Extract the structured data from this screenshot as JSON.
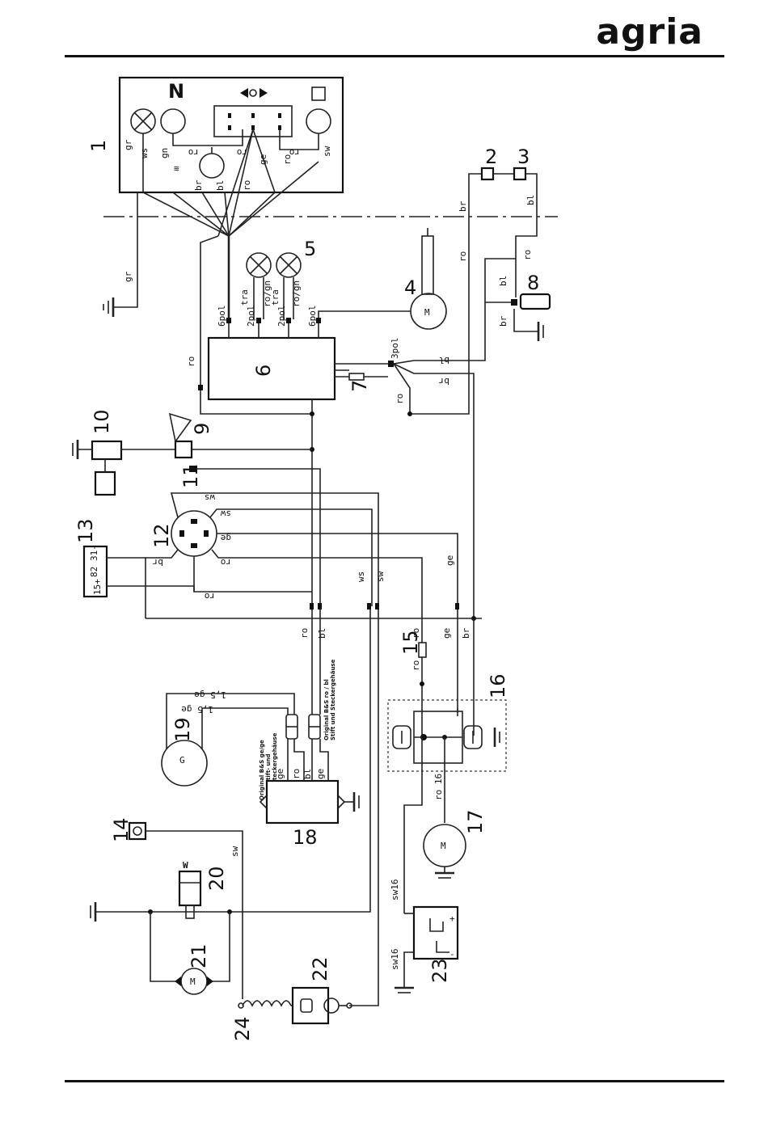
{
  "brand": "agria",
  "components": {
    "c1": "1",
    "c2": "2",
    "c3": "3",
    "c4": "4",
    "c5": "5",
    "c6": "6",
    "c7": "7",
    "c8": "8",
    "c9": "9",
    "c10": "10",
    "c11": "11",
    "c12": "12",
    "c13": "13",
    "c14": "14",
    "c15": "15",
    "c16": "16",
    "c17": "17",
    "c18": "18",
    "c19": "19",
    "c20": "20",
    "c21": "21",
    "c22": "22",
    "c23": "23",
    "c24": "24"
  },
  "panel": {
    "neutral": "N"
  },
  "wires": {
    "gr": "gr",
    "ws": "ws",
    "gn": "gn",
    "ro": "ro",
    "br": "br",
    "bl": "bl",
    "ge": "ge",
    "sw": "sw",
    "tra": "tra",
    "ro_gn": "ro/gn",
    "sw16": "sw16",
    "ro16": "ro 16",
    "ge15": "1,5 ge"
  },
  "connectors": {
    "pol6": "6pol",
    "pol2": "2pol",
    "pol3": "3pol"
  },
  "terminals": {
    "t15": "15+",
    "t82": "82",
    "t31": "31-"
  },
  "motor_symbol": "M",
  "generator_symbol": "G",
  "battery": {
    "plus": "+",
    "minus": "-"
  },
  "notes": {
    "bs_gege": "Original B&S ge/ge",
    "bs_gege2": "Stift- und",
    "bs_gege3": "Steckergehäuse",
    "bs_robl": "Original B&S ro / bl",
    "bs_robl2": "Stift und Steckergehäuse"
  }
}
